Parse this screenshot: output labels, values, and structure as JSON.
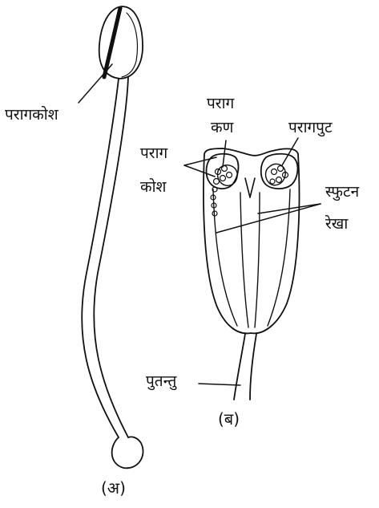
{
  "figure_a": {
    "caption": "(अ)",
    "labels": {
      "anther": "परागकोश"
    }
  },
  "figure_b": {
    "caption": "(ब)",
    "labels": {
      "pollen_grain_line1": "पराग",
      "pollen_grain_line2": "कण",
      "pollen_sac": "परागपुट",
      "anther_line1": "पराग",
      "anther_line2": "कोश",
      "dehiscence_line1": "स्फुटन",
      "dehiscence_line2": "रेखा",
      "filament": "पुतन्तु"
    }
  },
  "colors": {
    "ink": "#111111",
    "background": "#ffffff"
  }
}
